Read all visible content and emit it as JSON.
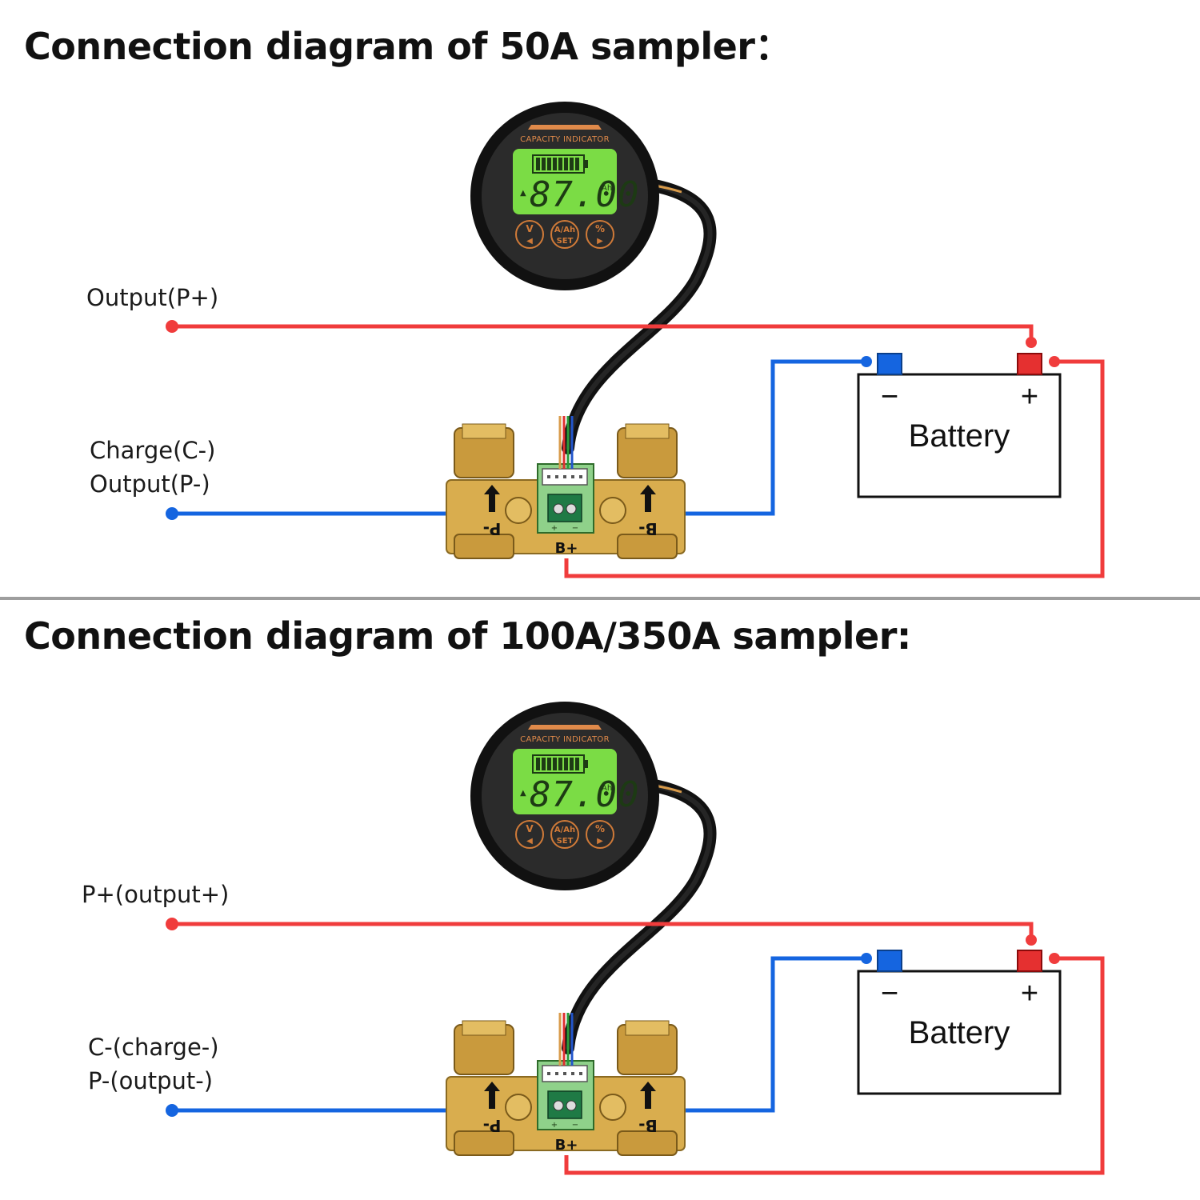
{
  "panels": [
    {
      "title": "Connection diagram of 50A sampler：",
      "labels": {
        "output_positive": "Output(P+)",
        "negative_line1": "Charge(C-)",
        "negative_line2": "Output(P-)"
      }
    },
    {
      "title": "Connection diagram of 100A/350A sampler:",
      "labels": {
        "output_positive": "P+(output+)",
        "negative_line1": "C-(charge-)",
        "negative_line2": "P-(output-)"
      }
    }
  ],
  "battery": {
    "label": "Battery",
    "minus": "−",
    "plus": "+"
  },
  "shunt": {
    "b_plus": "B+",
    "p_minus": "P-",
    "b_minus": "B-",
    "minus_pin": "−",
    "plus_pin": "+"
  },
  "meter": {
    "brand": "CAPACITY INDICATOR",
    "reading": "87.00",
    "unit": "Ah",
    "buttons": [
      {
        "top": "V",
        "bottom": "◀"
      },
      {
        "top": "A/Ah",
        "bottom": "SET"
      },
      {
        "top": "%",
        "bottom": "▶"
      }
    ]
  },
  "colors": {
    "positive_wire": "#f03c3c",
    "negative_wire": "#1565e0",
    "lcd_backlight": "#7bdc45",
    "brass": "#d9ad4e",
    "divider": "#9e9e9e"
  }
}
